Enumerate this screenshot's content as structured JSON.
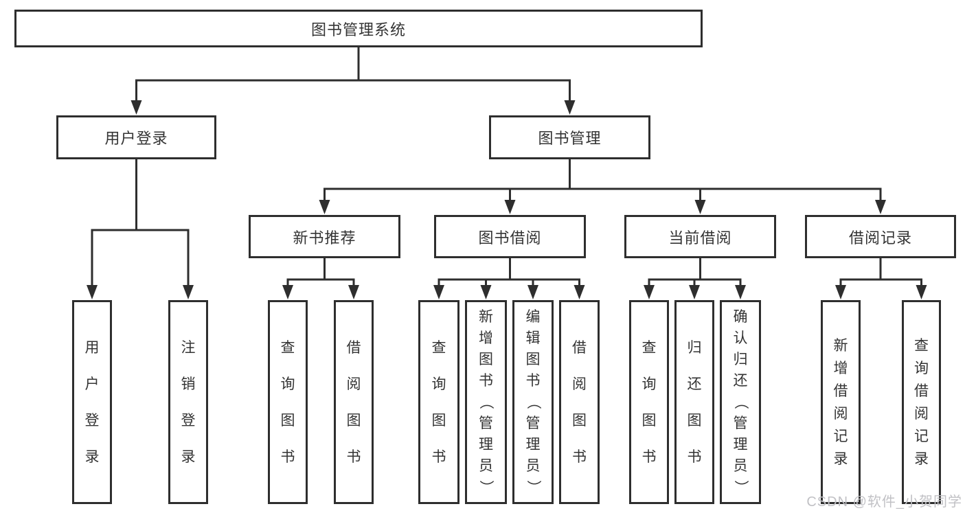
{
  "colors": {
    "line": "#2e2e2e",
    "text": "#333333",
    "background": "#ffffff",
    "watermark": "#c1c1c5"
  },
  "tree": {
    "label": "图书管理系统",
    "children": [
      {
        "label": "用户登录",
        "children": [
          {
            "label": "用户登录"
          },
          {
            "label": "注销登录"
          }
        ]
      },
      {
        "label": "图书管理",
        "children": [
          {
            "label": "新书推荐",
            "children": [
              {
                "label": "查询图书"
              },
              {
                "label": "借阅图书"
              }
            ]
          },
          {
            "label": "图书借阅",
            "children": [
              {
                "label": "查询图书"
              },
              {
                "label": "新增图书（管理员）"
              },
              {
                "label": "编辑图书（管理员）"
              },
              {
                "label": "借阅图书"
              }
            ]
          },
          {
            "label": "当前借阅",
            "children": [
              {
                "label": "查询图书"
              },
              {
                "label": "归还图书"
              },
              {
                "label": "确认归还（管理员）"
              }
            ]
          },
          {
            "label": "借阅记录",
            "children": [
              {
                "label": "新增借阅记录"
              },
              {
                "label": "查询借阅记录"
              }
            ]
          }
        ]
      }
    ]
  },
  "watermark": {
    "text": "CSDN @软件_小贺同学"
  }
}
